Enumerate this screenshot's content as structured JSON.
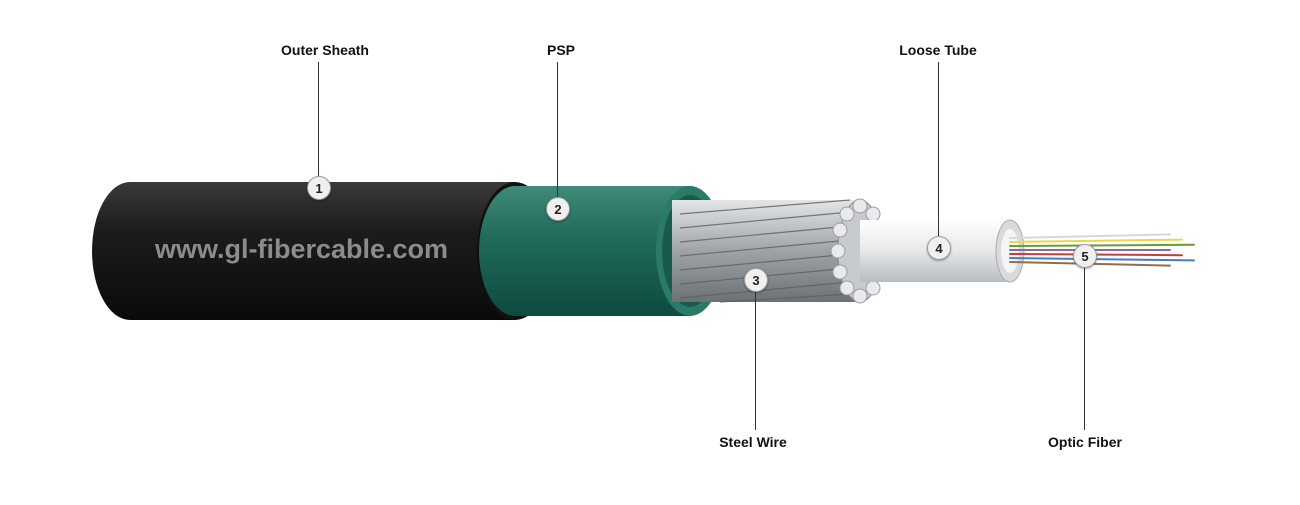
{
  "watermark": "www.gl-fibercable.com",
  "callouts": [
    {
      "number": "1",
      "label": "Outer Sheath"
    },
    {
      "number": "2",
      "label": "PSP"
    },
    {
      "number": "3",
      "label": "Steel Wire"
    },
    {
      "number": "4",
      "label": "Loose Tube"
    },
    {
      "number": "5",
      "label": "Optic Fiber"
    }
  ],
  "colors": {
    "sheath": "#1c1c1c",
    "psp": "#1f6b5c",
    "steel": "#b8bcc0",
    "tube": "#e6e8ea",
    "fibers": [
      "#d8d8d8",
      "#e8d84a",
      "#6a9a3a",
      "#8a6aa0",
      "#c04040",
      "#4a7ac0",
      "#9a6a4a"
    ]
  }
}
